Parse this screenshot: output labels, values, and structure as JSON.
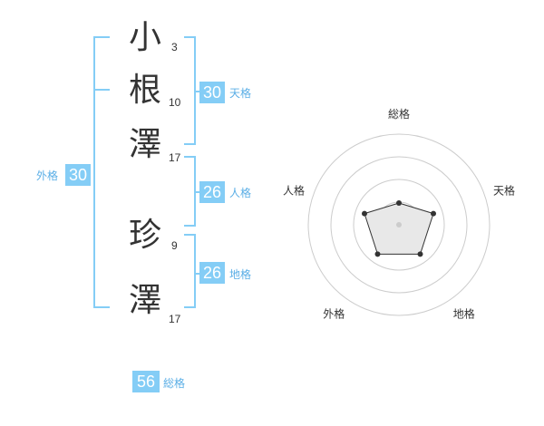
{
  "name": {
    "chars": [
      {
        "char": "小",
        "strokes": "3"
      },
      {
        "char": "根",
        "strokes": "10"
      },
      {
        "char": "澤",
        "strokes": "17"
      },
      {
        "char": "珍",
        "strokes": "9"
      },
      {
        "char": "澤",
        "strokes": "17"
      }
    ]
  },
  "fortunes": {
    "tenkaku": {
      "value": "30",
      "label": "天格"
    },
    "jinkaku": {
      "value": "26",
      "label": "人格"
    },
    "chikaku": {
      "value": "26",
      "label": "地格"
    },
    "gaikaku": {
      "value": "30",
      "label": "外格"
    },
    "soukaku": {
      "value": "56",
      "label": "総格"
    }
  },
  "colors": {
    "accent": "#84cdf6",
    "label_text": "#5aaee6"
  },
  "chart_data": {
    "type": "radar",
    "axes": [
      "総格",
      "天格",
      "地格",
      "外格",
      "人格"
    ],
    "values": [
      1.2,
      2.0,
      2.0,
      2.0,
      2.0
    ],
    "rings": 4,
    "max": 5
  }
}
